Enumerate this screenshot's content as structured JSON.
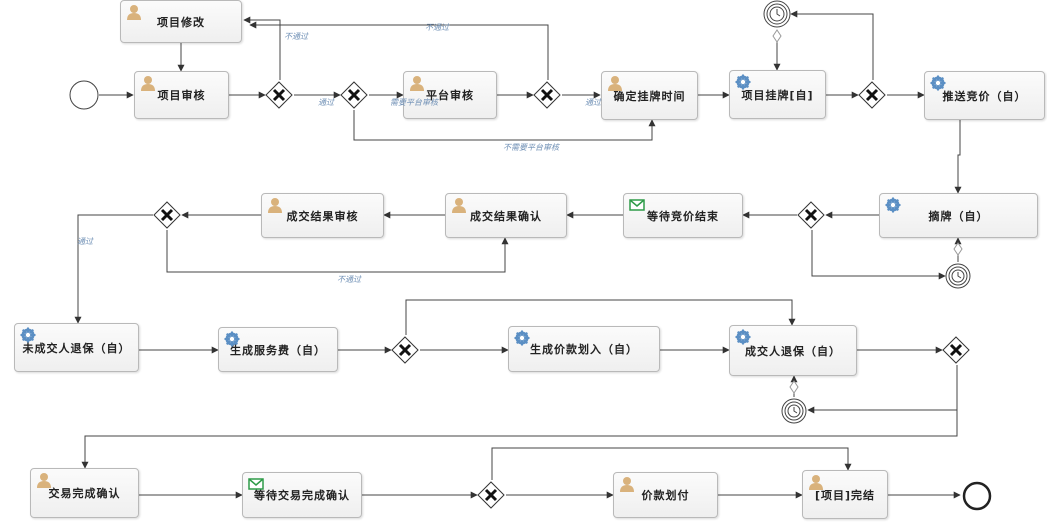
{
  "colors": {
    "user_icon": "#d9b27c",
    "gear_icon": "#5b8fc4",
    "mail_icon": "#2e9b48",
    "edge": "#333333",
    "edge_label": "#6e8fb5"
  },
  "tasks": {
    "xmxg": {
      "label": "项目修改",
      "icon": "user-icon"
    },
    "xmsh": {
      "label": "项目审核",
      "icon": "user-icon"
    },
    "ptsh": {
      "label": "平台审核",
      "icon": "user-icon"
    },
    "qdgp": {
      "label": "确定挂牌时间",
      "icon": "user-icon"
    },
    "xmgp": {
      "label": "项目挂牌[自]",
      "icon": "gear-icon"
    },
    "tsjj": {
      "label": "推送竞价（自）",
      "icon": "gear-icon"
    },
    "zp": {
      "label": "摘牌（自）",
      "icon": "gear-icon"
    },
    "ddjj": {
      "label": "等待竞价结束",
      "icon": "mail-icon"
    },
    "cjqr": {
      "label": "成交结果确认",
      "icon": "user-icon"
    },
    "cjsh": {
      "label": "成交结果审核",
      "icon": "user-icon"
    },
    "wcjtb": {
      "label": "未成交人退保（自）",
      "icon": "gear-icon"
    },
    "scfwf": {
      "label": "生成服务费（自）",
      "icon": "gear-icon"
    },
    "scjk": {
      "label": "生成价款划入（自）",
      "icon": "gear-icon"
    },
    "cjtb": {
      "label": "成交人退保（自）",
      "icon": "gear-icon"
    },
    "jywcqr": {
      "label": "交易完成确认",
      "icon": "user-icon"
    },
    "ddjywc": {
      "label": "等待交易完成确认",
      "icon": "mail-icon"
    },
    "jkhf": {
      "label": "价款划付",
      "icon": "user-icon"
    },
    "xmwj": {
      "label": "[项目]完结",
      "icon": "user-icon"
    }
  },
  "edge_labels": {
    "nopass1": "不通过",
    "nopass2": "不通过",
    "pass1": "通过",
    "needpt": "需要平台审核",
    "pass2": "通过",
    "noneedpt": "不需要平台审核",
    "pass3": "通过",
    "nopass3": "不通过"
  }
}
